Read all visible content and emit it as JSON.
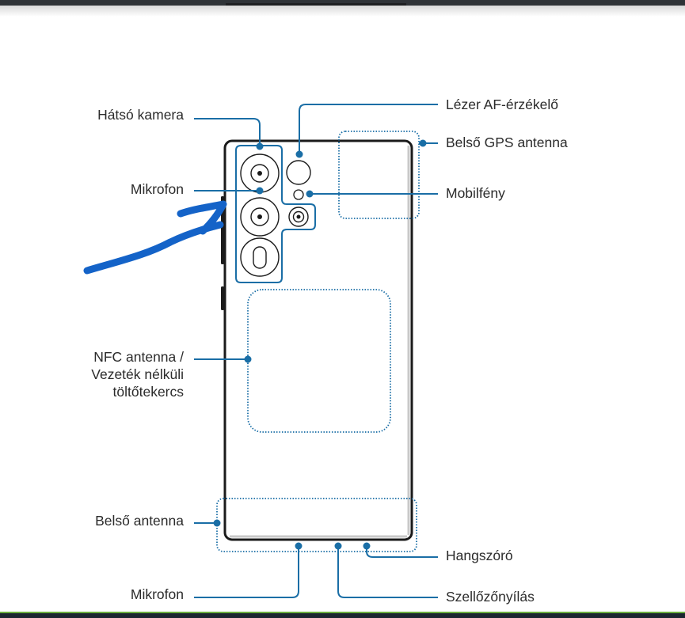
{
  "window": {
    "top_bar_color": "#2f3337",
    "bottom_bar_color": "#1c2530",
    "bottom_accent_color": "#6cae3f"
  },
  "colors": {
    "callout": "#1a6ea6",
    "outline": "#1b1b1b",
    "annotation_stroke": "#1463c8"
  },
  "labels": {
    "rear_camera": "Hátsó kamera",
    "microphone_top": "Mikrofon",
    "laser_af": "Lézer AF-érzékelő",
    "gps_antenna": "Belső GPS antenna",
    "flash": "Mobilfény",
    "nfc_line1": "NFC antenna /",
    "nfc_line2": "Vezeték nélküli",
    "nfc_line3": "töltőtekercs",
    "internal_antenna": "Belső antenna",
    "speaker": "Hangszóró",
    "microphone_bottom": "Mikrofon",
    "vent": "Szellőzőnyílás"
  },
  "annotation": {
    "type": "hand-drawn arrow",
    "points_to": "side of phone"
  }
}
